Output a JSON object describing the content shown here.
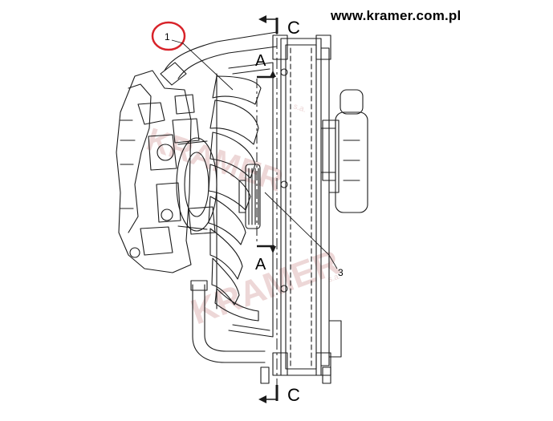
{
  "header": {
    "url": "www.kramer.com.pl"
  },
  "diagram": {
    "section_labels": {
      "top_c": "C",
      "bottom_c": "C",
      "upper_a": "A",
      "lower_a": "A"
    },
    "callouts": {
      "fan": "1",
      "hub": "3"
    },
    "watermark": {
      "text": "KRAMER",
      "suffix": "s.a."
    },
    "colors": {
      "highlight_circle": "#d8232a",
      "line": "#1a1a1a",
      "watermark": "#e6c4c4"
    }
  }
}
